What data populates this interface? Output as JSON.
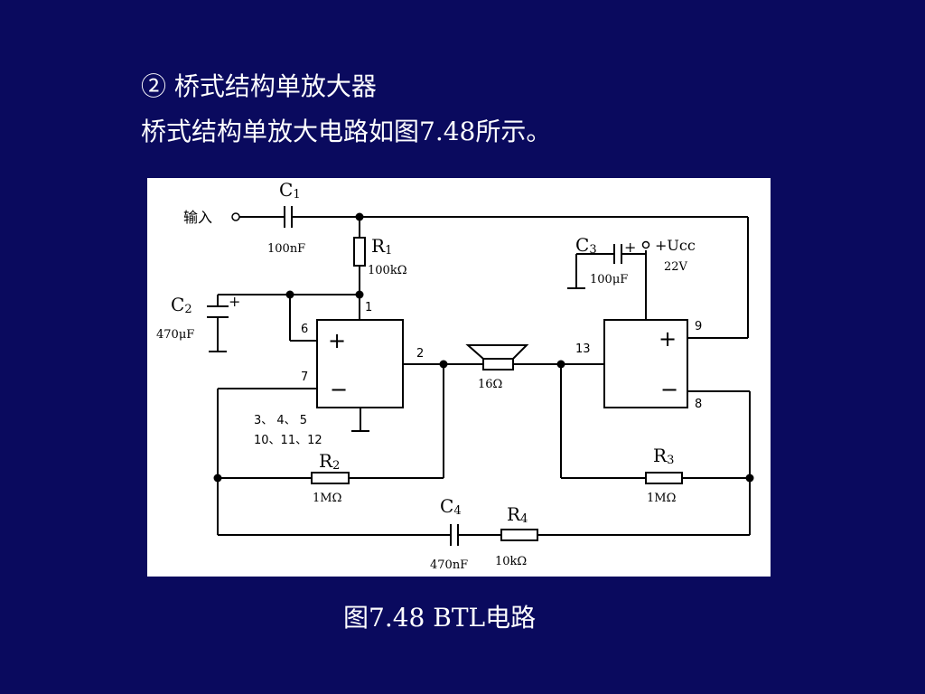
{
  "slide": {
    "heading": "② 桥式结构单放大器",
    "subtitle": "桥式结构单放大电路如图7.48所示。",
    "caption": "图7.48  BTL电路"
  },
  "circuit": {
    "input_label": "输入",
    "c1": {
      "name": "C",
      "sub": "1",
      "value": "100nF"
    },
    "r1": {
      "name": "R",
      "sub": "1",
      "value": "100kΩ"
    },
    "c2": {
      "name": "C",
      "sub": "2",
      "value": "470μF"
    },
    "c3": {
      "name": "C",
      "sub": "3",
      "value": "100μF"
    },
    "supply": {
      "label": "+Ucc",
      "value": "22V"
    },
    "speaker": {
      "value": "16Ω"
    },
    "r2": {
      "name": "R",
      "sub": "2",
      "value": "1MΩ"
    },
    "r3": {
      "name": "R",
      "sub": "3",
      "value": "1MΩ"
    },
    "c4": {
      "name": "C",
      "sub": "4",
      "value": "470nF"
    },
    "r4": {
      "name": "R",
      "sub": "4",
      "value": "10kΩ"
    },
    "amp1": {
      "plus": "+",
      "minus": "−",
      "pin_1": "1",
      "pin_2": "2",
      "pin_6": "6",
      "pin_7": "7",
      "gnd_pins_line1": "3、 4、 5",
      "gnd_pins_line2": "10、11、12"
    },
    "amp2": {
      "plus": "+",
      "minus": "−",
      "pin_9": "9",
      "pin_8": "8",
      "pin_13": "13"
    },
    "c2_polarity": "+",
    "c3_polarity": "+"
  }
}
